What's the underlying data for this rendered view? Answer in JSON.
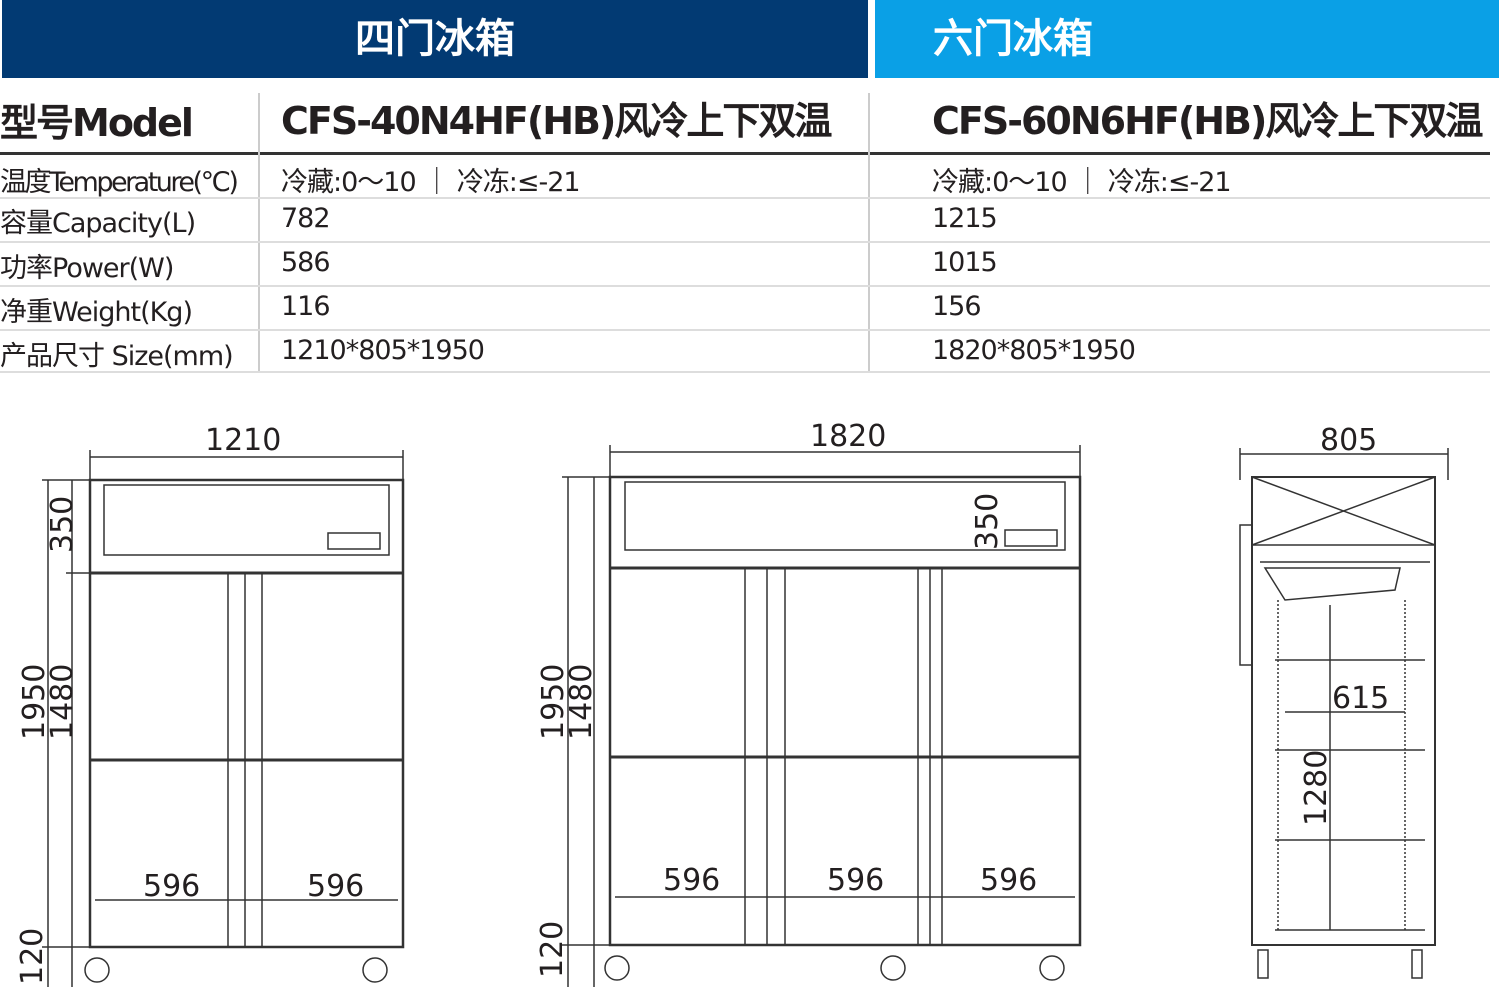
{
  "header": {
    "four_door": "四门冰箱",
    "six_door": "六门冰箱"
  },
  "table": {
    "model_label": "型号Model",
    "models": [
      "CFS-40N4HF(HB)风冷上下双温",
      "CFS-60N6HF(HB)风冷上下双温"
    ],
    "rows": [
      {
        "label": "温度Temperature(℃)",
        "values": [
          "冷藏:0～10 ｜ 冷冻:≤-21",
          "冷藏:0～10 ｜ 冷冻:≤-21"
        ]
      },
      {
        "label": "容量Capacity(L)",
        "values": [
          "782",
          "1215"
        ]
      },
      {
        "label": "功率Power(W)",
        "values": [
          "586",
          "1015"
        ]
      },
      {
        "label": "净重Weight(Kg)",
        "values": [
          "116",
          "156"
        ]
      },
      {
        "label": "产品尺寸 Size(mm)",
        "values": [
          "1210*805*1950",
          "1820*805*1950"
        ]
      }
    ]
  },
  "drawings": {
    "four": {
      "width": "1210",
      "height": "1950",
      "body": "1480",
      "top": "350",
      "base": "120",
      "door_widths": [
        "596",
        "596"
      ]
    },
    "six": {
      "width": "1820",
      "height": "1950",
      "body": "1480",
      "top": "350",
      "base": "120",
      "door_widths": [
        "596",
        "596",
        "596"
      ]
    },
    "side": {
      "depth": "805",
      "inner_depth": "615",
      "inner_height": "1280"
    }
  }
}
